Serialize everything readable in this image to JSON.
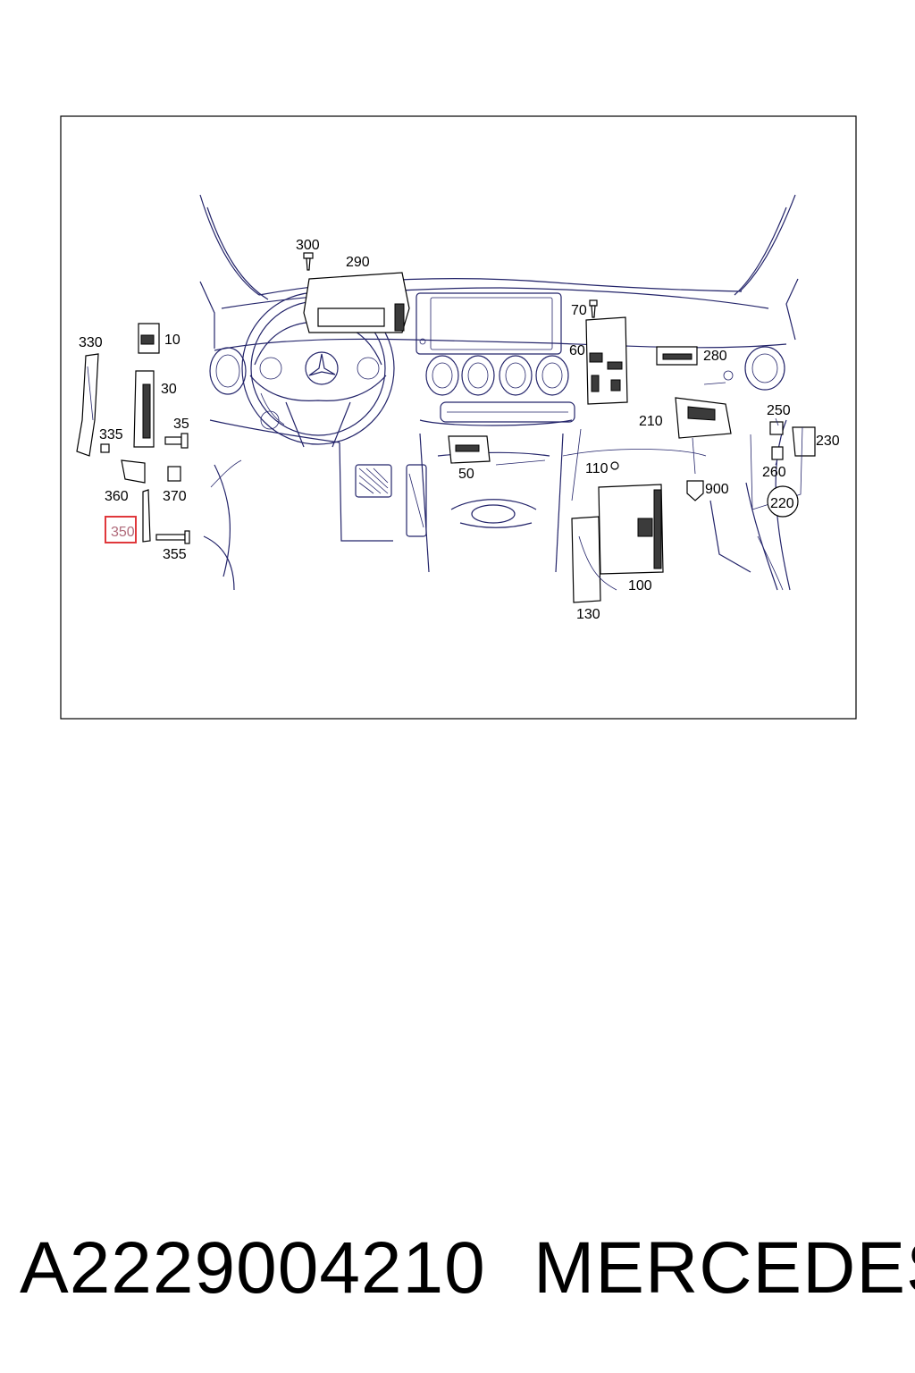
{
  "footer": {
    "part_number": "A2229004210",
    "brand": "MERCEDES"
  },
  "diagram": {
    "highlighted_callout": "350",
    "highlight_color": "#e0383c",
    "line_color": "#23246a",
    "callouts": {
      "c300": "300",
      "c290": "290",
      "c70": "70",
      "c60": "60",
      "c280": "280",
      "c330": "330",
      "c10": "10",
      "c30": "30",
      "c35": "35",
      "c335": "335",
      "c360": "360",
      "c370": "370",
      "c350": "350",
      "c355": "355",
      "c50": "50",
      "c110": "110",
      "c210": "210",
      "c250": "250",
      "c230": "230",
      "c260": "260",
      "c220": "220",
      "c900": "900",
      "c100": "100",
      "c130": "130"
    }
  }
}
